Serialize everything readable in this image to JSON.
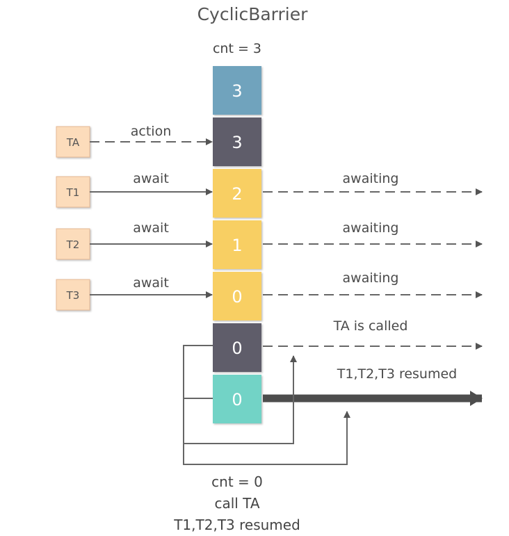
{
  "title": "CyclicBarrier",
  "initial_count": "cnt = 3",
  "colors": {
    "cell_blue": "#6fa3bd",
    "cell_dark": "#5e5d6b",
    "cell_yellow": "#f8cf63",
    "cell_teal": "#72d3c6",
    "thread_fill": "#fcdcbb",
    "thread_border": "#e5b996",
    "line": "#666666",
    "bold_line": "#4d4d4d"
  },
  "cells": [
    {
      "value": "3",
      "color": "#6fa3bd"
    },
    {
      "value": "3",
      "color": "#5e5d6b"
    },
    {
      "value": "2",
      "color": "#f8cf63"
    },
    {
      "value": "1",
      "color": "#f8cf63"
    },
    {
      "value": "0",
      "color": "#f8cf63"
    },
    {
      "value": "0",
      "color": "#5e5d6b"
    },
    {
      "value": "0",
      "color": "#72d3c6"
    }
  ],
  "threads": [
    {
      "name": "TA",
      "action": "action",
      "result": ""
    },
    {
      "name": "T1",
      "action": "await",
      "result": "awaiting"
    },
    {
      "name": "T2",
      "action": "await",
      "result": "awaiting"
    },
    {
      "name": "T3",
      "action": "await",
      "result": "awaiting"
    }
  ],
  "ta_called_label": "TA is called",
  "resumed_label": "T1,T2,T3 resumed",
  "footer": {
    "line1": "cnt = 0",
    "line2": "call TA",
    "line3": "T1,T2,T3 resumed"
  }
}
